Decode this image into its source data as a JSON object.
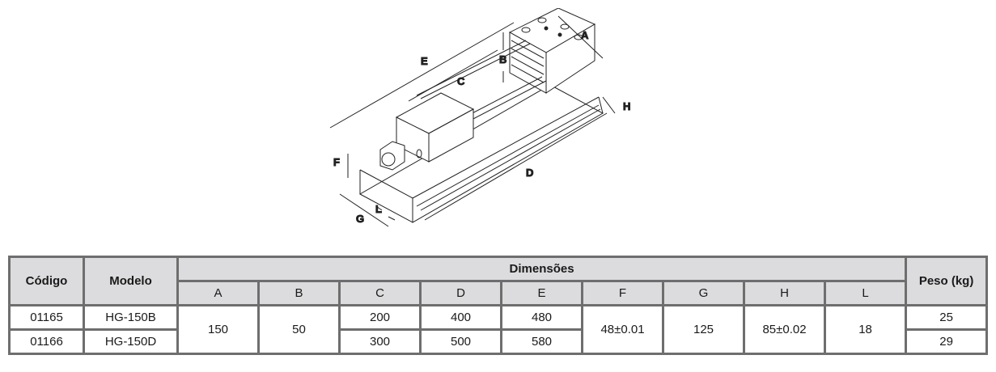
{
  "drawing": {
    "subject": "machine vise isometric drawing",
    "dimension_labels": [
      "A",
      "B",
      "C",
      "D",
      "E",
      "F",
      "G",
      "H",
      "L"
    ]
  },
  "table": {
    "headers": {
      "codigo": "Código",
      "modelo": "Modelo",
      "dimensoes": "Dimensões",
      "peso": "Peso (kg)",
      "dims": [
        "A",
        "B",
        "C",
        "D",
        "E",
        "F",
        "G",
        "H",
        "L"
      ]
    },
    "rows": [
      {
        "codigo": "01165",
        "modelo": "HG-150B",
        "C": "200",
        "D": "400",
        "E": "480",
        "peso": "25"
      },
      {
        "codigo": "01166",
        "modelo": "HG-150D",
        "C": "300",
        "D": "500",
        "E": "580",
        "peso": "29"
      }
    ],
    "shared": {
      "A": "150",
      "B": "50",
      "F": "48±0.01",
      "G": "125",
      "H": "85±0.02",
      "L": "18"
    }
  }
}
